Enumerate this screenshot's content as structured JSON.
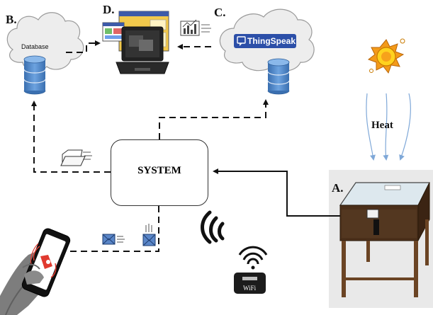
{
  "labels": {
    "a": "A.",
    "b": "B.",
    "c": "C.",
    "d": "D.",
    "system": "SYSTEM",
    "heat": "Heat",
    "database": "Database",
    "thingspeak": "ThingSpeak",
    "wifi": "WiFi"
  },
  "colors": {
    "arrow": "#111111",
    "thingspeak_badge": "#2c4fa8",
    "database_blue": "#4a86c8",
    "heat_arrows": "#7fa8d8",
    "sun_orange": "#f39a1a",
    "sun_yellow": "#ffd21f",
    "laptop_dark": "#333333",
    "wood": "#5b3a1e"
  },
  "icons": [
    "sun-icon",
    "database-icon",
    "laptop-icon",
    "dashboard-window-icon",
    "analytics-chart-icon",
    "folder-icon",
    "envelope-icon",
    "phone-icon",
    "wifi-icon",
    "wireless-signal-icon",
    "cloud-icon"
  ]
}
